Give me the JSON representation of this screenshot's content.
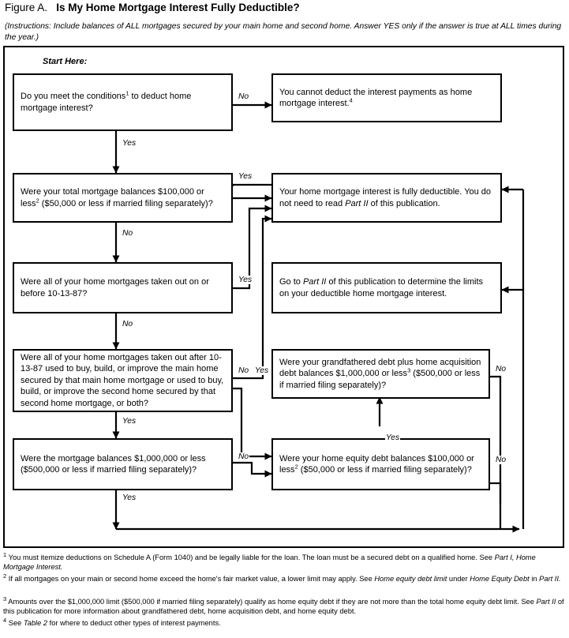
{
  "header": {
    "figure_label": "Figure A.",
    "figure_title": "Is My Home Mortgage Interest Fully Deductible?",
    "instructions": "(Instructions: Include balances of ALL mortgages secured by your main home and second home. Answer YES only if the answer is true at ALL times during the year.)"
  },
  "flowchart": {
    "start_label": "Start Here:",
    "nodes": {
      "q1": "Do you meet the conditions<sup>1</sup> to deduct home mortgage interest?",
      "r_cannot": "You cannot deduct the interest payments as home mortgage interest.<sup>4</sup>",
      "q2": "Were your total mortgage balances $100,000 or less<sup>2</sup> ($50,000 or less if married filing separately)?",
      "r_fully": "Your home mortgage interest is fully deductible. You do not need to read <i>Part II</i> of this publication.",
      "q3": "Were all of your home mortgages taken out on or before 10-13-87?",
      "r_partii": "Go to <i>Part II</i> of this publication to determine the limits on your deductible home mortgage interest.",
      "q4": "Were all of your home mortgages taken out after 10-13-87 used to buy, build, or improve the main home secured by that main home mortgage or used to buy, build, or improve the second home secured by that second home mortgage, or both?",
      "q5": "Were your grandfathered debt plus home acquisition debt balances $1,000,000 or less<sup>3</sup> ($500,000 or less if married filing separately)?",
      "q6": "Were the mortgage balances $1,000,000 or less ($500,000 or less if married filing separately)?",
      "q7": "Were your home equity debt balances $100,000 or less<sup>2</sup> ($50,000 or less if married filing separately)?"
    },
    "edges": {
      "q1_no": "No",
      "q1_yes": "Yes",
      "q2_yes": "Yes",
      "q2_no": "No",
      "q3_yes": "Yes",
      "q3_no": "No",
      "q4_no": "No",
      "q4_yes_right": "Yes",
      "q4_yes_down": "Yes",
      "q5_no": "No",
      "q5_yes": "Yes",
      "q6_no": "No",
      "q6_yes": "Yes",
      "q7_no": "No"
    }
  },
  "footnotes": [
    {
      "marker": "1",
      "text_html": "You must itemize deductions on Schedule A (Form 1040) and be legally liable for the loan. The loan must be a secured debt on a qualified home. See <i>Part I, Home Mortgage Interest.</i>"
    },
    {
      "marker": "2",
      "text_html": "If all mortgages on your main or second home exceed the home's fair market value, a lower limit may apply. See <i>Home equity debt limit</i> under <i>Home Equity Debt</i> in <i>Part II.</i>"
    },
    {
      "marker": "3",
      "text_html": "Amounts over the $1,000,000 limit ($500,000 if married filing separately) qualify as home equity debt if they are not more than the total home equity debt limit. See <i>Part II</i> of this publication for more information about grandfathered debt, home acquisition debt, and home equity debt."
    },
    {
      "marker": "4",
      "text_html": "See <i>Table 2</i> for where to deduct other types of interest payments."
    }
  ],
  "colors": {
    "ink": "#000000",
    "paper": "#ffffff"
  }
}
